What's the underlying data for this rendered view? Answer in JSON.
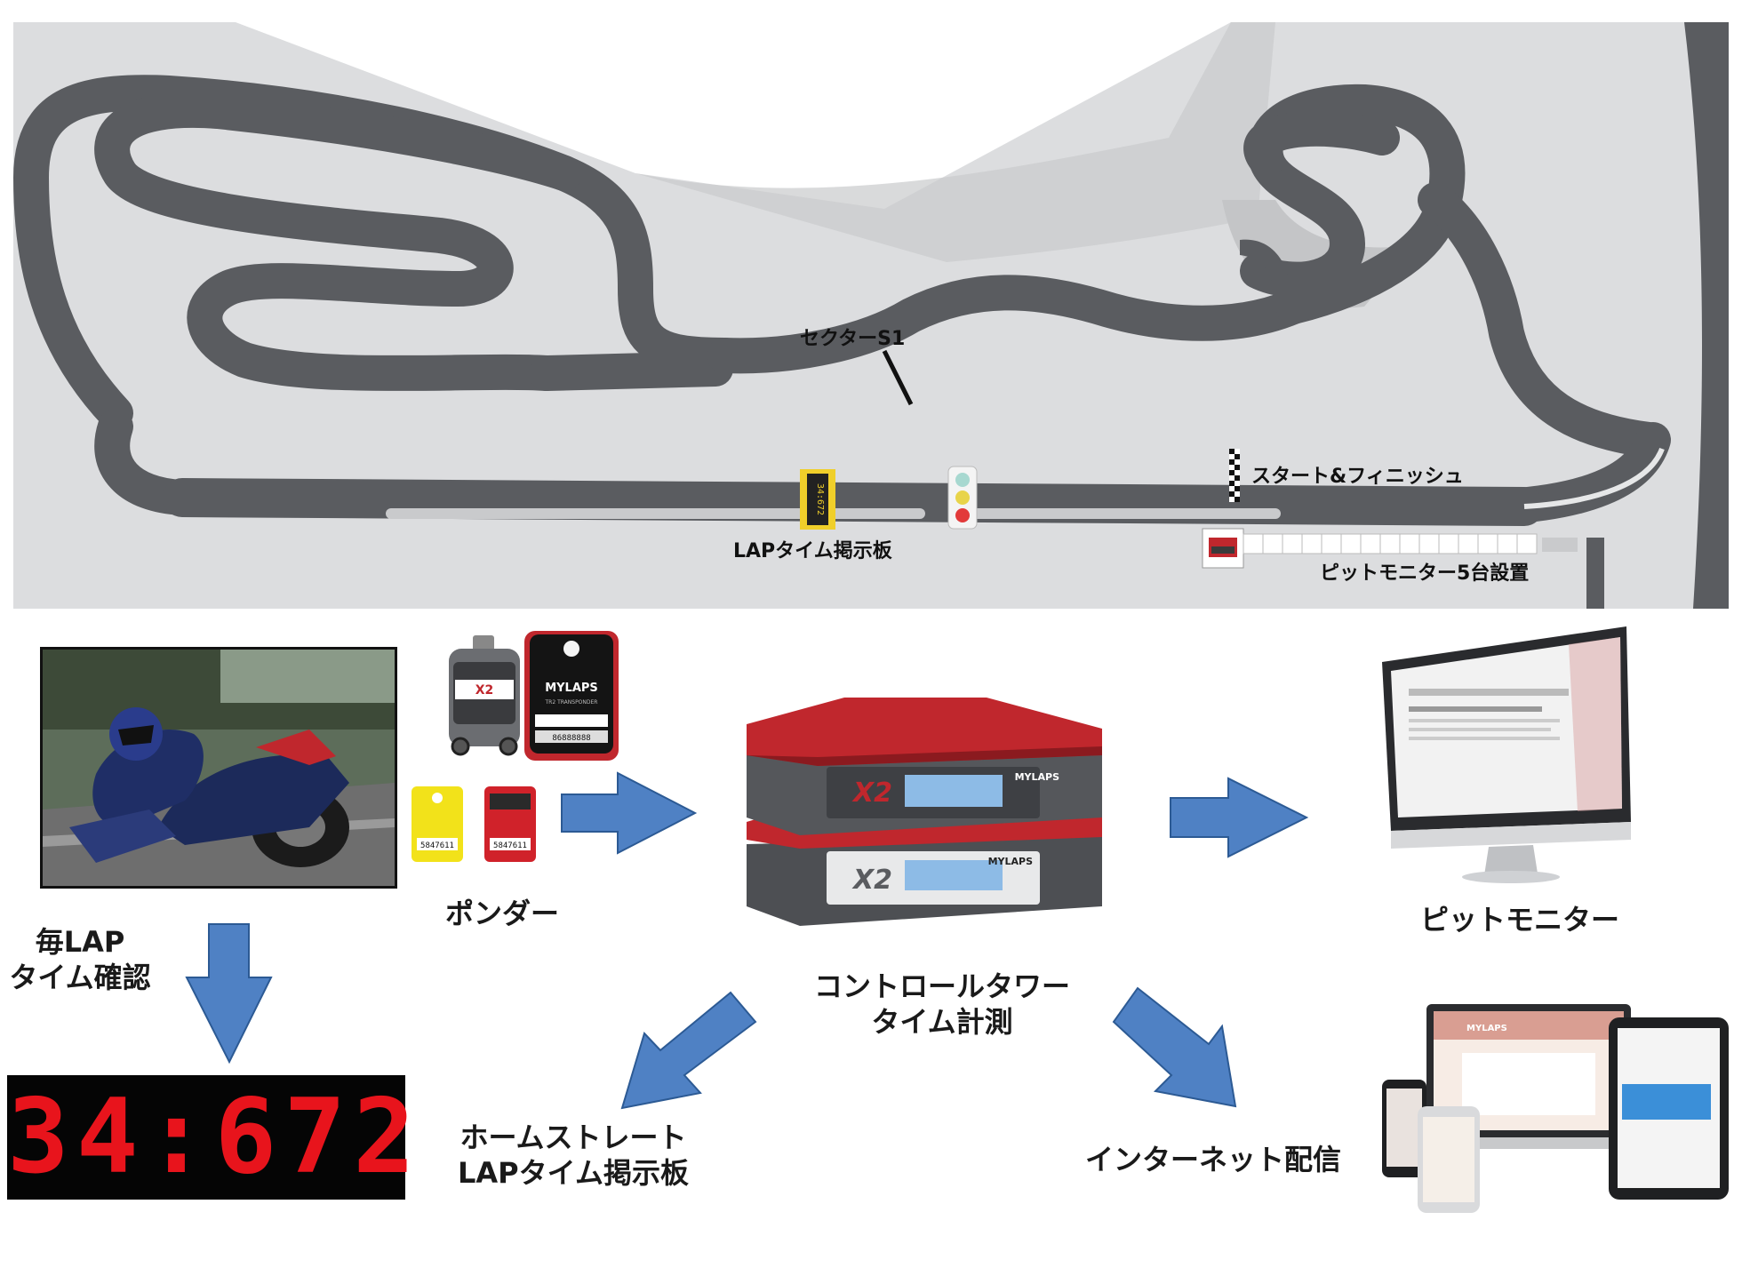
{
  "map": {
    "sector_label": "セクターS1",
    "start_finish_label": "スタート&フィニッシュ",
    "lap_board_label": "LAPタイム掲示板",
    "pit_monitor_label": "ピットモニター5台設置",
    "board_digits": "34:672"
  },
  "flow": {
    "ponder_label": "ポンダー",
    "control_tower_line1": "コントロールタワー",
    "control_tower_line2": "タイム計測",
    "pit_monitor_label": "ピットモニター",
    "every_lap_line1": "毎LAP",
    "every_lap_line2": "タイム確認",
    "home_straight_line1": "ホームストレート",
    "home_straight_line2": "LAPタイム掲示板",
    "internet_label": "インターネット配信",
    "lap_display": "34:672"
  },
  "devices": {
    "brand": "MYLAPS",
    "model": "X2",
    "transponder_text": "TR2 TRANSPONDER",
    "transponder_id": "86888888",
    "small_id_1": "5847611",
    "small_id_2": "5847611"
  },
  "colors": {
    "track_dark": "#5a5c60",
    "infield": "#dcdddf",
    "arrow_blue": "#4f81c4",
    "arrow_stroke": "#2c5a94",
    "decoder_red": "#c0272d",
    "led_red": "#e8141c"
  }
}
